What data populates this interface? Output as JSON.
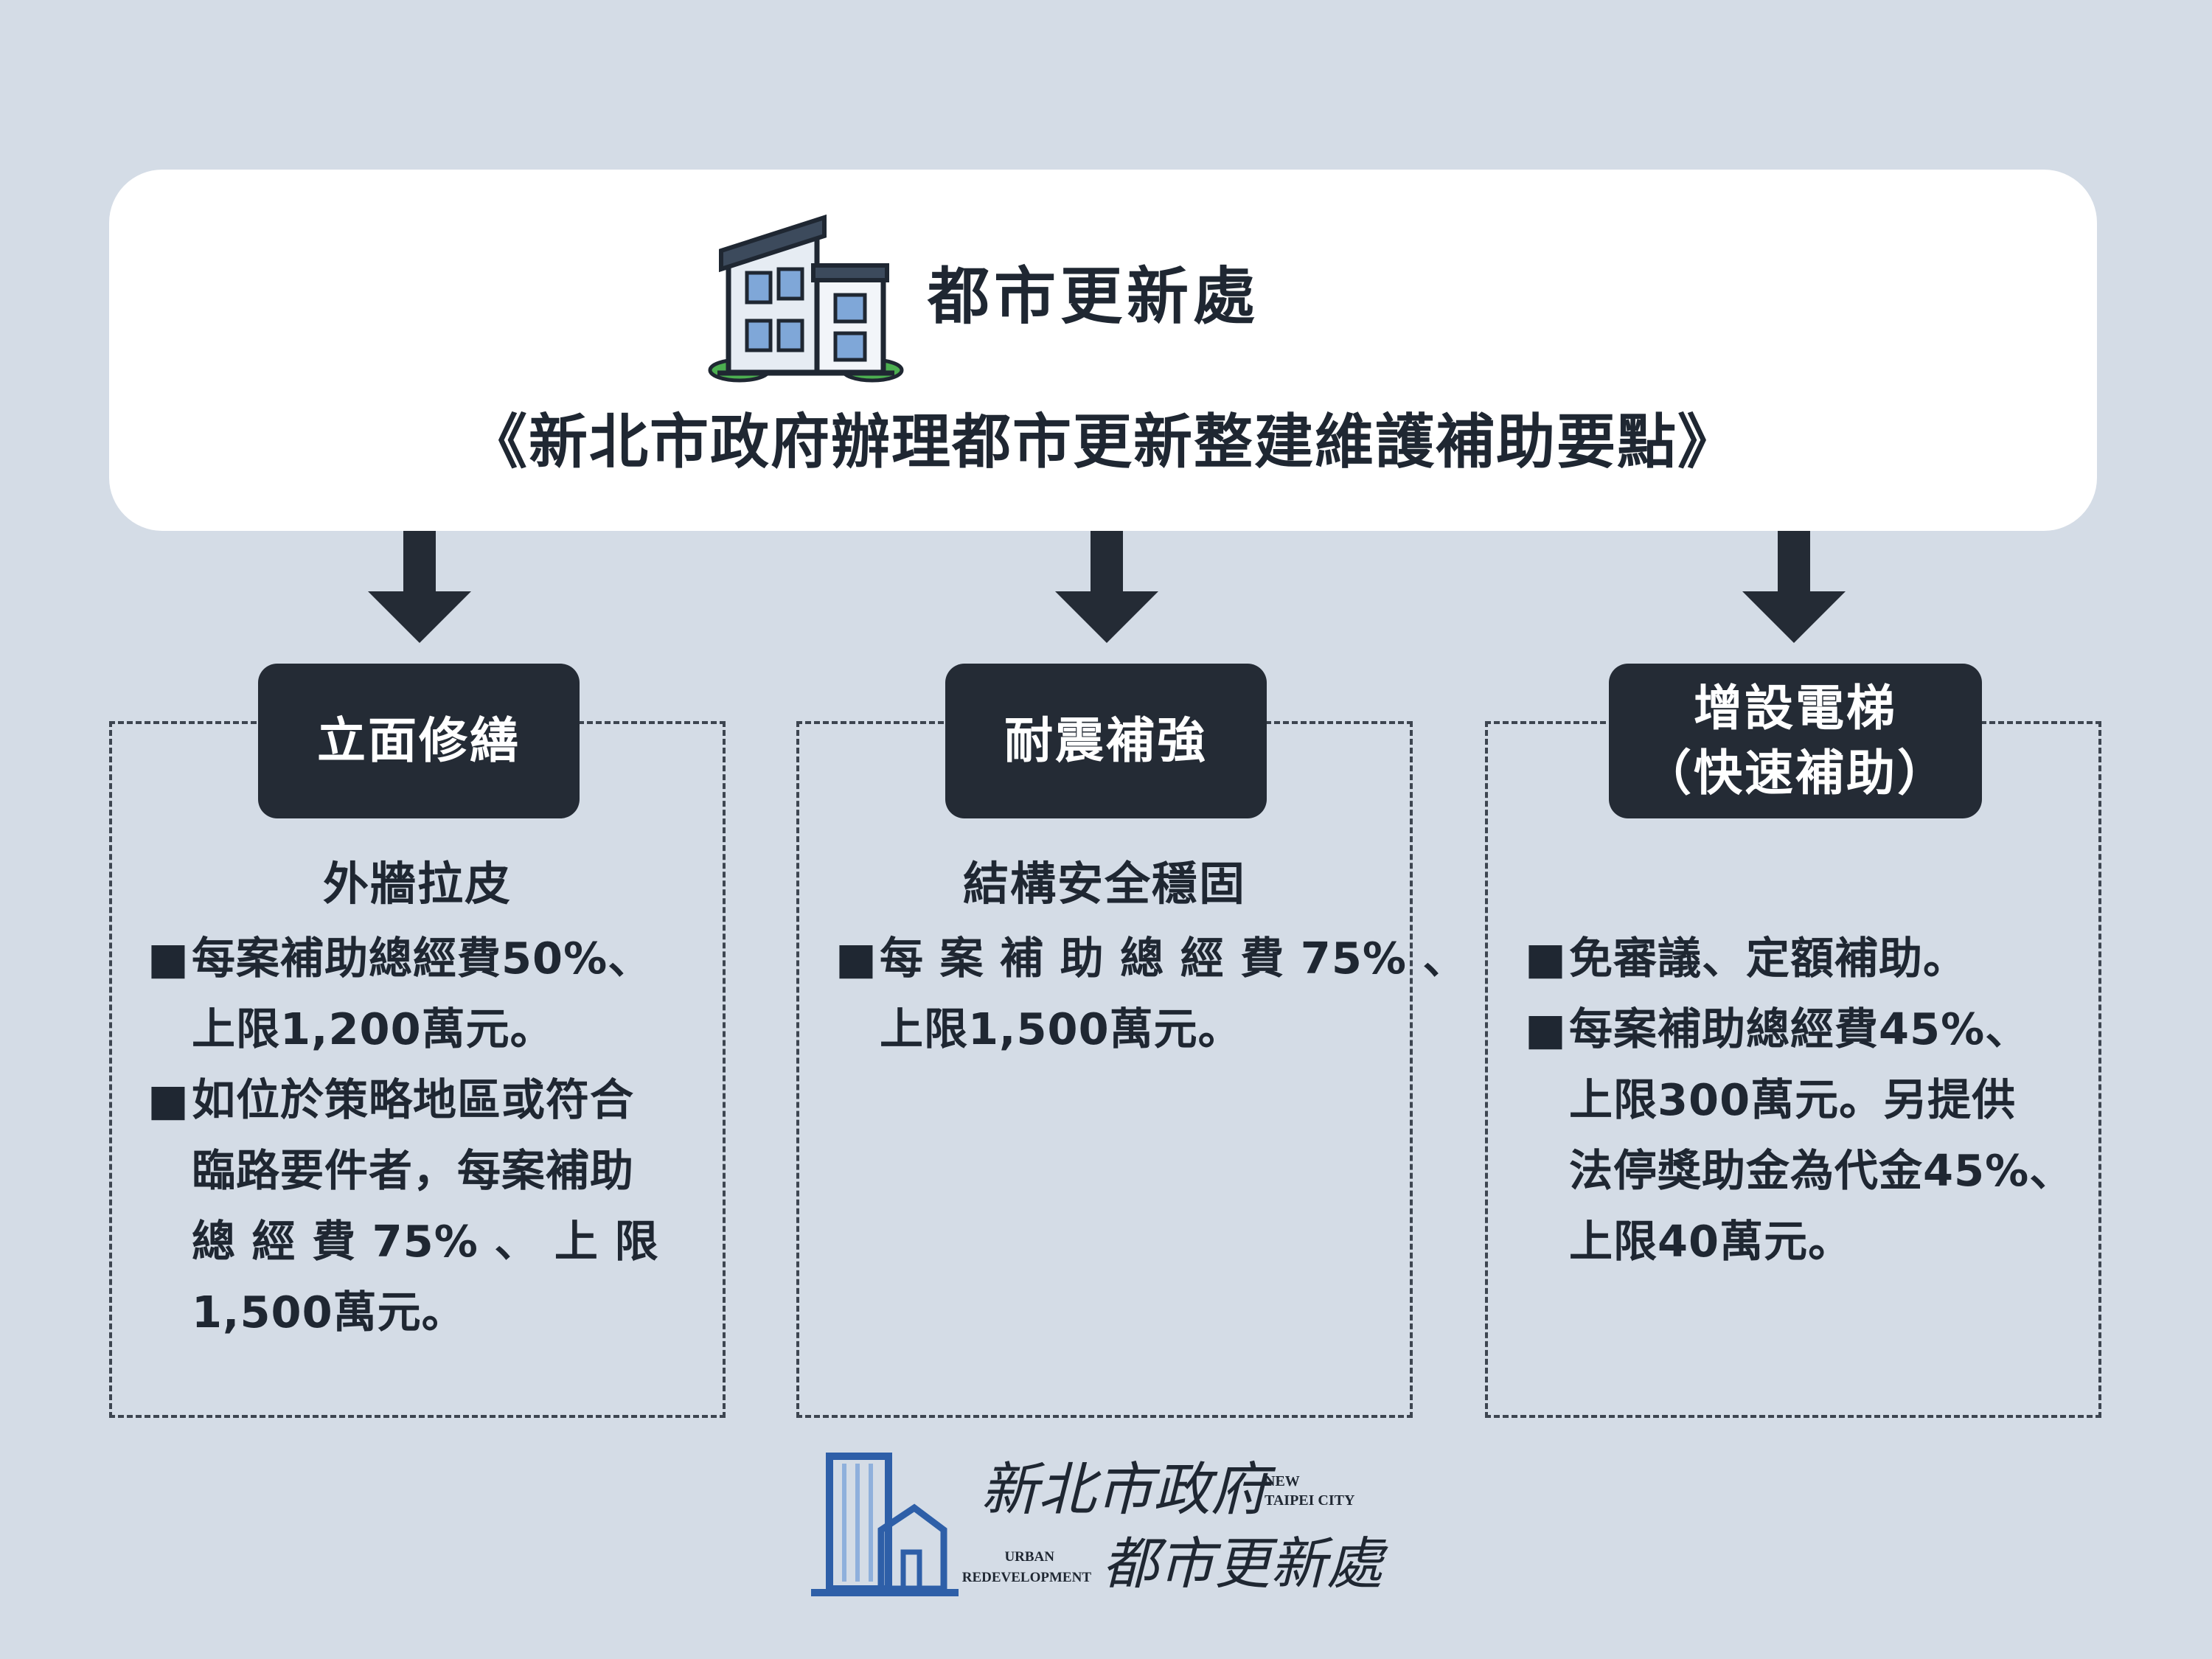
{
  "header": {
    "office_name": "都市更新處",
    "regulation_title": "《新北市政府辦理都市更新整建維護補助要點》"
  },
  "categories": [
    {
      "title_lines": [
        "立面修繕"
      ],
      "subtitle": "外牆拉皮",
      "items": [
        {
          "bullet": "■",
          "lines": [
            "每案補助總經費50%、",
            "上限1,200萬元。"
          ]
        },
        {
          "bullet": "■",
          "lines": [
            "如位於策略地區或符合",
            "臨路要件者，每案補助",
            "總 經 費 75% 、 上 限",
            "1,500萬元。"
          ]
        }
      ]
    },
    {
      "title_lines": [
        "耐震補強"
      ],
      "subtitle": "結構安全穩固",
      "items": [
        {
          "bullet": "■",
          "lines": [
            "每 案 補 助 總 經 費 75% 、",
            "上限1,500萬元。"
          ]
        }
      ]
    },
    {
      "title_lines": [
        "增設電梯",
        "（快速補助）"
      ],
      "subtitle": "",
      "items": [
        {
          "bullet": "■",
          "lines": [
            "免審議、定額補助。"
          ]
        },
        {
          "bullet": "■",
          "lines": [
            "每案補助總經費45%、",
            "上限300萬元。另提供",
            "法停獎助金為代金45%、",
            "上限40萬元。"
          ]
        }
      ]
    }
  ],
  "footer": {
    "city_name_zh": "新北市政府",
    "city_name_en_line1": "NEW",
    "city_name_en_line2": "TAIPEI CITY",
    "dept_en_line1": "URBAN",
    "dept_en_line2": "REDEVELOPMENT",
    "dept_name_zh": "都市更新處"
  },
  "colors": {
    "background": "#d4dce6",
    "card": "#ffffff",
    "tab": "#242b35",
    "text": "#1f2732",
    "logo_blue": "#2e5fa8"
  },
  "icons": [
    "building-icon",
    "down-arrow-icon",
    "city-logo-icon"
  ]
}
